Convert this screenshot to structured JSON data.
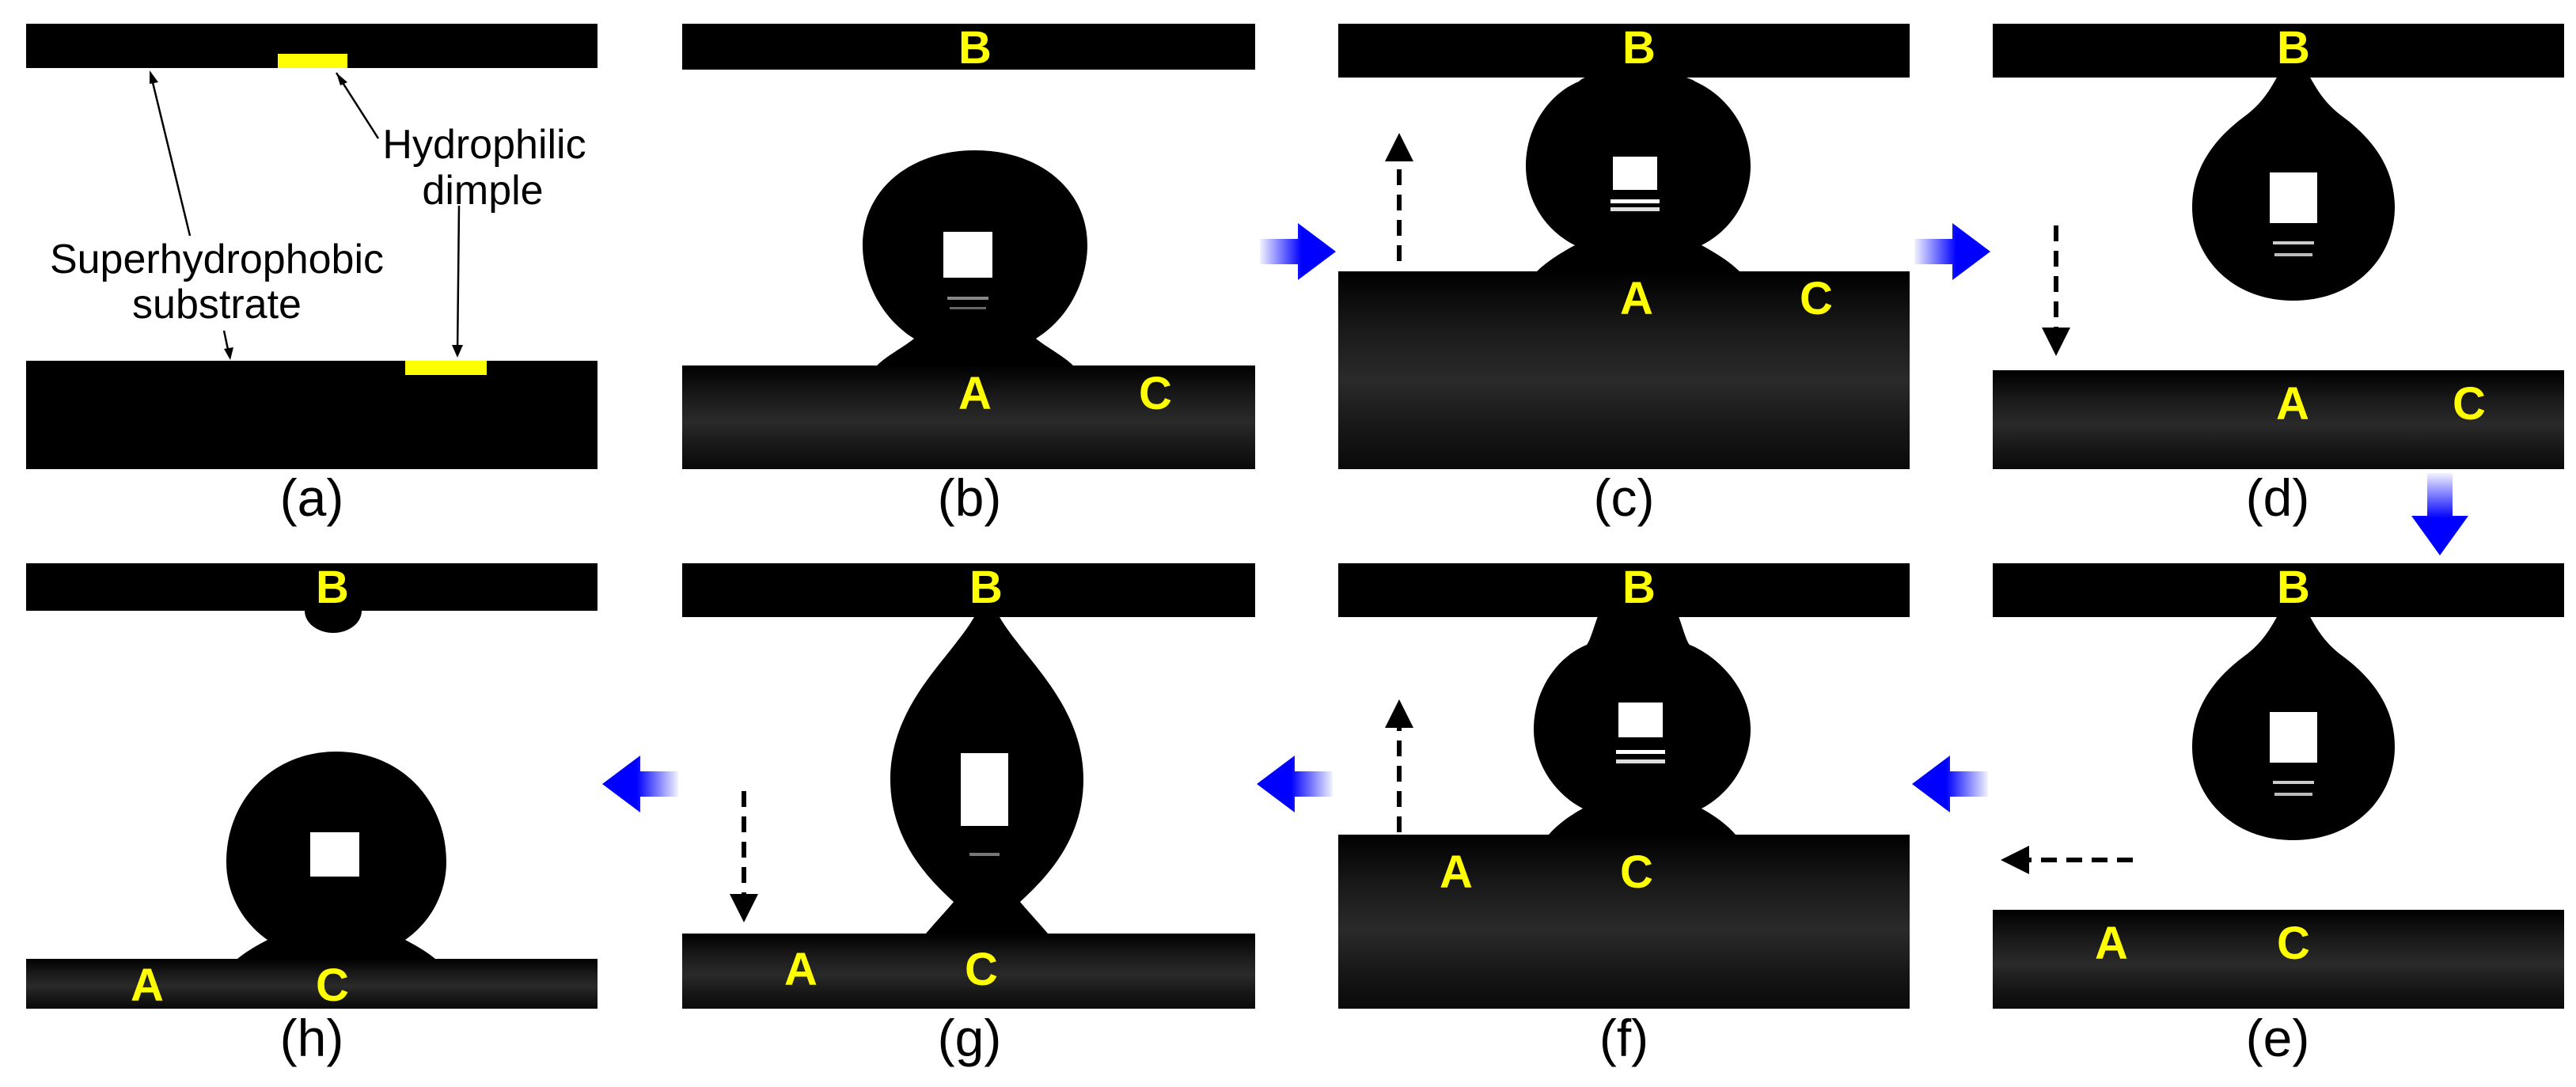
{
  "colors": {
    "droplet": "#000000",
    "substrate": "#000000",
    "dimple": "#ffff00",
    "point_label": "#ffff00",
    "flow_arrow": "#0000ff",
    "motion_arrow": "#000000"
  },
  "panel_a": {
    "hydrophilic_line1": "Hydrophilic",
    "hydrophilic_line2": "dimple",
    "superhydrophobic_line1": "Superhydrophobic",
    "superhydrophobic_line2": "substrate"
  },
  "points": {
    "a": "A",
    "b": "B",
    "c": "C"
  },
  "captions": {
    "a": "(a)",
    "b": "(b)",
    "c": "(c)",
    "d": "(d)",
    "e": "(e)",
    "f": "(f)",
    "g": "(g)",
    "h": "(h)"
  },
  "icons": {
    "flow": "blue-gradient-arrow-icon",
    "motion": "dashed-motion-arrow-icon"
  }
}
